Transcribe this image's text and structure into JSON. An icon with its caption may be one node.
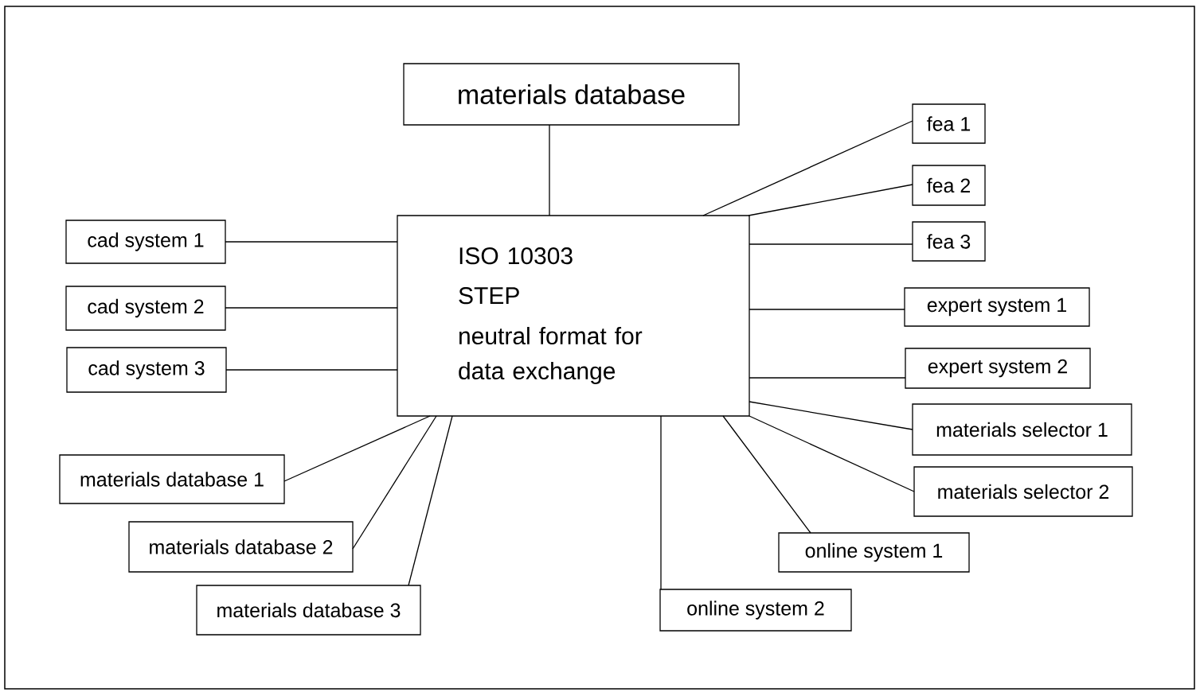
{
  "diagram": {
    "nodes": [
      {
        "text": [
          "materials database"
        ]
      },
      {
        "text": [
          "ISO 10303",
          "STEP",
          "neutral format for data exchange"
        ]
      },
      {
        "text": [
          "cad system 1"
        ]
      },
      {
        "text": [
          "cad system 2"
        ]
      },
      {
        "text": [
          "cad system 3"
        ]
      },
      {
        "text": [
          "materials database 1"
        ]
      },
      {
        "text": [
          "materials database 2"
        ]
      },
      {
        "text": [
          "materials database 3"
        ]
      },
      {
        "text": [
          "fea 1"
        ]
      },
      {
        "text": [
          "fea 2"
        ]
      },
      {
        "text": [
          "fea 3"
        ]
      },
      {
        "text": [
          "expert system 1"
        ]
      },
      {
        "text": [
          "expert system 2"
        ]
      },
      {
        "text": [
          "materials selector 1"
        ]
      },
      {
        "text": [
          "materials selector 2"
        ]
      },
      {
        "text": [
          "online system 1"
        ]
      },
      {
        "text": [
          "online system 2"
        ]
      }
    ],
    "edges": [
      {
        "from": 1,
        "to": 0,
        "arrow": "none"
      },
      {
        "from": 1,
        "to": 2,
        "arrow": "none"
      },
      {
        "from": 1,
        "to": 3,
        "arrow": "none"
      },
      {
        "from": 1,
        "to": 4,
        "arrow": "none"
      },
      {
        "from": 1,
        "to": 5,
        "arrow": "none"
      },
      {
        "from": 1,
        "to": 6,
        "arrow": "none"
      },
      {
        "from": 1,
        "to": 7,
        "arrow": "none"
      },
      {
        "from": 1,
        "to": 8,
        "arrow": "none"
      },
      {
        "from": 1,
        "to": 9,
        "arrow": "none"
      },
      {
        "from": 1,
        "to": 10,
        "arrow": "none"
      },
      {
        "from": 1,
        "to": 11,
        "arrow": "none"
      },
      {
        "from": 1,
        "to": 12,
        "arrow": "none"
      },
      {
        "from": 1,
        "to": 13,
        "arrow": "none"
      },
      {
        "from": 1,
        "to": 14,
        "arrow": "none"
      },
      {
        "from": 1,
        "to": 15,
        "arrow": "none"
      },
      {
        "from": 1,
        "to": 16,
        "arrow": "none"
      }
    ]
  }
}
